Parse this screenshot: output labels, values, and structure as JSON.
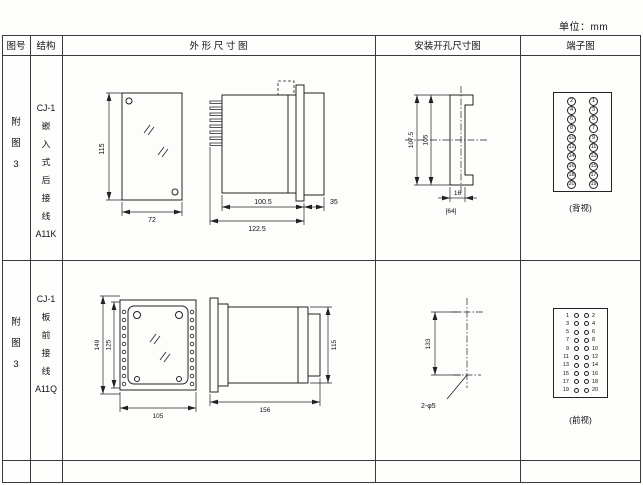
{
  "unit_label": "单位：mm",
  "header": {
    "col_figure": "图号",
    "col_structure": "结构",
    "col_outline": "外 形 尺 寸 图",
    "col_mounting": "安装开孔尺寸图",
    "col_terminal": "端子图"
  },
  "rows": [
    {
      "figure_chars": [
        "附",
        "图",
        "3"
      ],
      "structure_lines": [
        "CJ-1",
        "嵌",
        "入",
        "式",
        "后",
        "接",
        "线",
        "A11K"
      ],
      "outline": {
        "height": "115",
        "width": "72",
        "case_depth": "100.5",
        "total_depth": "122.5",
        "front_depth": "35"
      },
      "mounting": {
        "outer_height": "107.5",
        "inner_height": "105",
        "width": "16",
        "overall_width": "[64]"
      },
      "terminal": {
        "view_label": "(背视)",
        "rows": [
          [
            "2",
            "1"
          ],
          [
            "4",
            "3"
          ],
          [
            "6",
            "5"
          ],
          [
            "8",
            "7"
          ],
          [
            "10",
            "9"
          ],
          [
            "12",
            "11"
          ],
          [
            "14",
            "13"
          ],
          [
            "16",
            "15"
          ],
          [
            "18",
            "17"
          ],
          [
            "20",
            "19"
          ]
        ]
      }
    },
    {
      "figure_chars": [
        "附",
        "图",
        "3"
      ],
      "structure_lines": [
        "CJ-1",
        "板",
        "前",
        "接",
        "线",
        "A11Q"
      ],
      "outline": {
        "overall_height": "149",
        "cover_height": "125",
        "width": "105",
        "depth": "156",
        "height": "115"
      },
      "mounting": {
        "hole_spacing": "133",
        "hole_note": "2-φ5"
      },
      "terminal": {
        "view_label": "(前视)",
        "rows": [
          [
            "1",
            "2"
          ],
          [
            "3",
            "4"
          ],
          [
            "5",
            "6"
          ],
          [
            "7",
            "8"
          ],
          [
            "9",
            "10"
          ],
          [
            "11",
            "12"
          ],
          [
            "13",
            "14"
          ],
          [
            "15",
            "16"
          ],
          [
            "17",
            "18"
          ],
          [
            "19",
            "20"
          ]
        ]
      }
    }
  ]
}
